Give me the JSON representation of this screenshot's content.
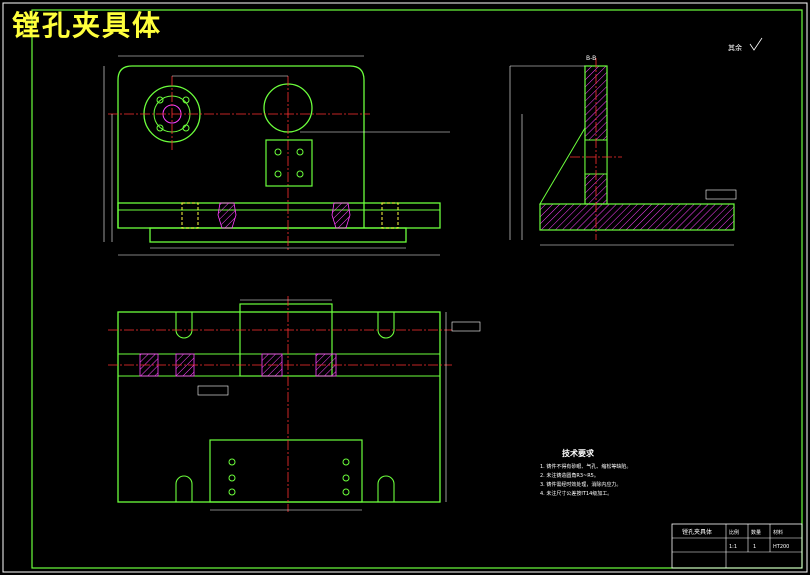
{
  "title": "镗孔夹具体",
  "surface_finish_note": "其余",
  "section_label": "B-B",
  "tech_requirements": {
    "heading": "技术要求",
    "items": [
      "1. 铸件不得有砂眼、气孔、缩松等缺陷。",
      "2. 未注铸造圆角R3~R5。",
      "3. 铸件需经时效处理，消除内应力。",
      "4. 未注尺寸公差按IT14级加工。"
    ]
  },
  "title_block": {
    "name": "镗孔夹具体",
    "cells": [
      "比例",
      "数量",
      "材料",
      "1:1",
      "1",
      "HT200"
    ]
  },
  "colors": {
    "background": "#000000",
    "outline": "#6cff3c",
    "center_line": "#ff3030",
    "hidden_line": "#ffff40",
    "dimension": "#ffffff",
    "hatch": "#ff40ff",
    "title_text": "#ffff3c"
  }
}
